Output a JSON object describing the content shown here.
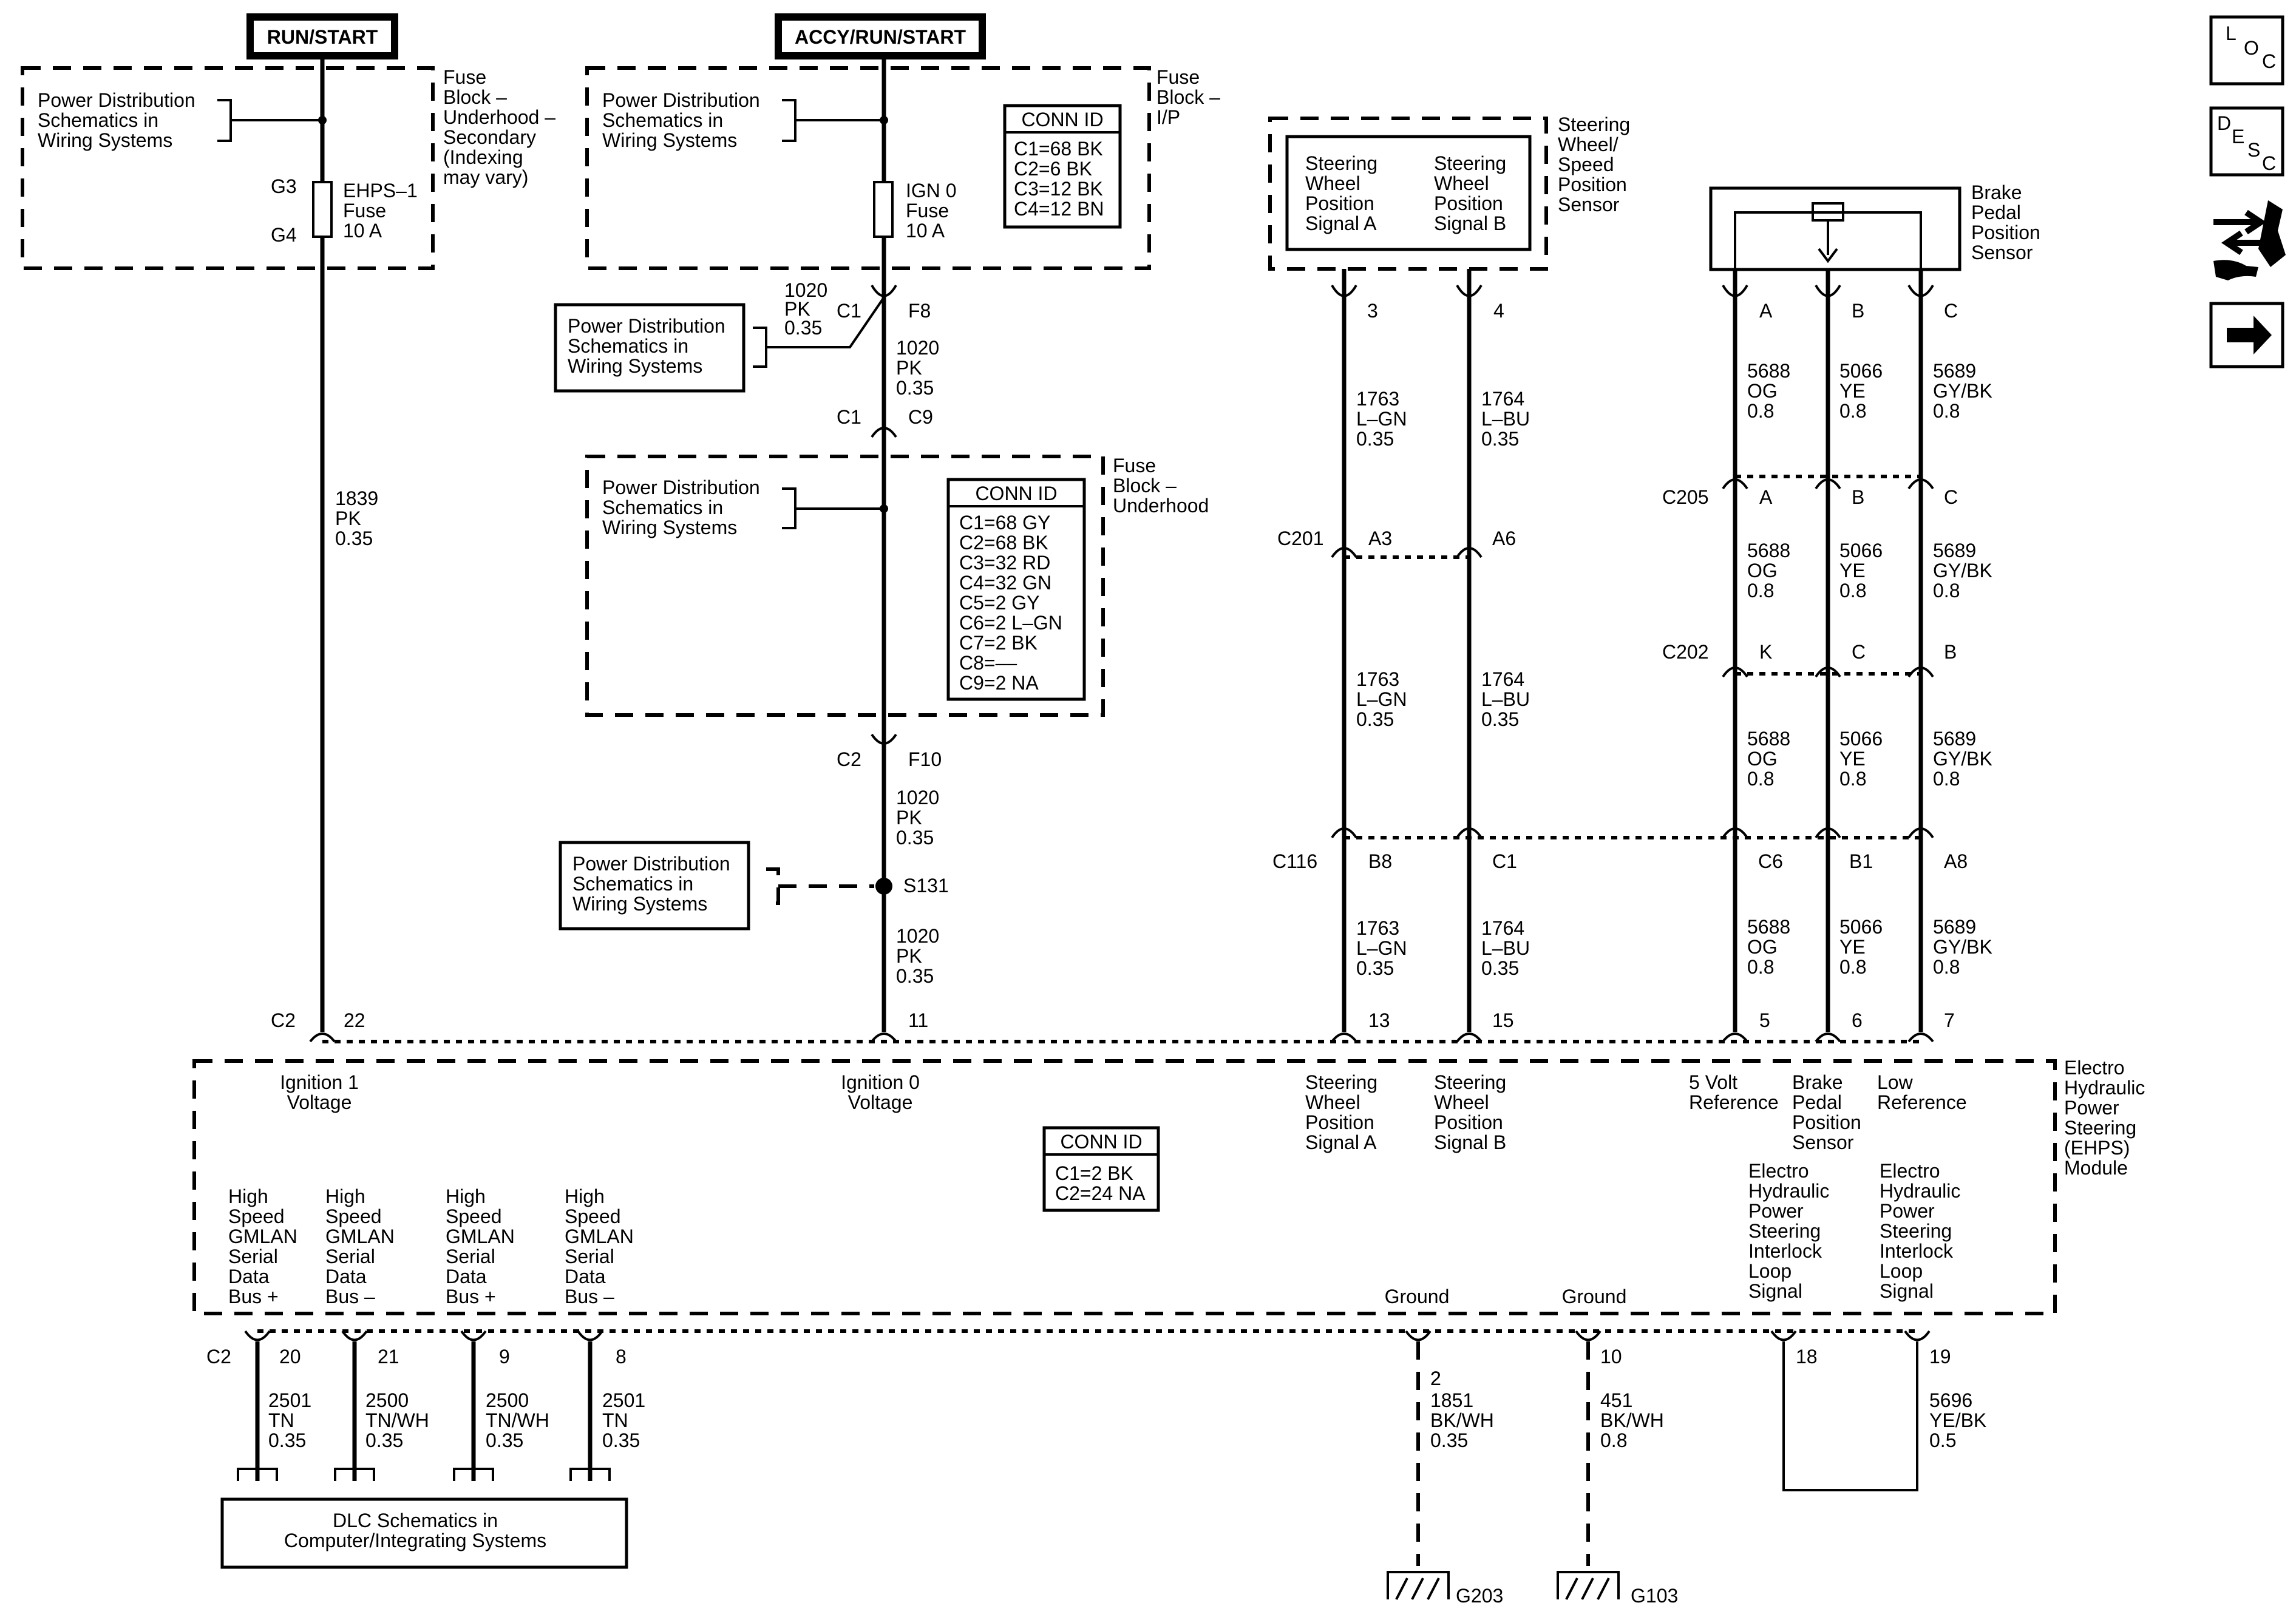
{
  "headers": {
    "run_start": "RUN/START",
    "accy_run_start": "ACCY/RUN/START"
  },
  "fuse_block_underhood_secondary": {
    "title": [
      "Fuse",
      "Block –",
      "Underhood –",
      "Secondary",
      "(Indexing",
      "may vary)"
    ],
    "pd_link": [
      "Power Distribution",
      "Schematics in",
      "Wiring Systems"
    ],
    "pin_in": "G3",
    "pin_out": "G4",
    "fuse": [
      "EHPS–1",
      "Fuse",
      "10 A"
    ]
  },
  "fuse_block_ip": {
    "title": [
      "Fuse",
      "Block –",
      "I/P"
    ],
    "pd_link": [
      "Power Distribution",
      "Schematics in",
      "Wiring Systems"
    ],
    "fuse": [
      "IGN 0",
      "Fuse",
      "10 A"
    ],
    "conn_id_title": "CONN ID",
    "conn_id": [
      "C1=68 BK",
      "C2=6 BK",
      "C3=12 BK",
      "C4=12 BN"
    ]
  },
  "fuse_block_underhood": {
    "title": [
      "Fuse",
      "Block –",
      "Underhood"
    ],
    "pd_link": [
      "Power Distribution",
      "Schematics in",
      "Wiring Systems"
    ],
    "conn_id_title": "CONN ID",
    "conn_id": [
      "C1=68 GY",
      "C2=68 BK",
      "C3=32 RD",
      "C4=32 GN",
      "C5=2 GY",
      "C6=2 L–GN",
      "C7=2 BK",
      "C8=––",
      "C9=2 NA"
    ]
  },
  "left_circuit": {
    "circuit": [
      "1839",
      "PK",
      "0.35"
    ],
    "conn": "C2",
    "pin": "22"
  },
  "ign_circuit": {
    "pd_link_c1": [
      "Power Distribution",
      "Schematics in",
      "Wiring Systems"
    ],
    "wire_c1": [
      "1020",
      "PK",
      "0.35"
    ],
    "c1_left": "C1",
    "f8": "F8",
    "seg1": [
      "1020",
      "PK",
      "0.35"
    ],
    "c1_lower": "C1",
    "c9": "C9",
    "c2": "C2",
    "f10": "F10",
    "seg2": [
      "1020",
      "PK",
      "0.35"
    ],
    "pd_link_s131": [
      "Power Distribution",
      "Schematics in",
      "Wiring Systems"
    ],
    "splice": "S131",
    "seg3": [
      "1020",
      "PK",
      "0.35"
    ],
    "pin": "11"
  },
  "steering_sensor": {
    "title": [
      "Steering",
      "Wheel/",
      "Speed",
      "Position",
      "Sensor"
    ],
    "signal_a": [
      "Steering",
      "Wheel",
      "Position",
      "Signal A"
    ],
    "signal_b": [
      "Steering",
      "Wheel",
      "Position",
      "Signal B"
    ],
    "pin_a": "3",
    "pin_b": "4",
    "wire_a": [
      "1763",
      "L–GN",
      "0.35"
    ],
    "wire_b": [
      "1764",
      "L–BU",
      "0.35"
    ],
    "c201": "C201",
    "c201_a": "A3",
    "c201_b": "A6",
    "c116": "C116",
    "c116_a": "B8",
    "c116_b": "C1",
    "module_pin_a": "13",
    "module_pin_b": "15"
  },
  "brake_sensor": {
    "title": [
      "Brake",
      "Pedal",
      "Position",
      "Sensor"
    ],
    "pins": [
      "A",
      "B",
      "C"
    ],
    "wires": [
      [
        "5688",
        "OG",
        "0.8"
      ],
      [
        "5066",
        "YE",
        "0.8"
      ],
      [
        "5689",
        "GY/BK",
        "0.8"
      ]
    ],
    "c205": "C205",
    "c205_pins": [
      "A",
      "B",
      "C"
    ],
    "c202": "C202",
    "c202_pins": [
      "K",
      "C",
      "B"
    ],
    "c116_pins": [
      "C6",
      "B1",
      "A8"
    ],
    "module_pins": [
      "5",
      "6",
      "7"
    ]
  },
  "module": {
    "title": [
      "Electro",
      "Hydraulic",
      "Power",
      "Steering",
      "(EHPS)",
      "Module"
    ],
    "ign1": [
      "Ignition 1",
      "Voltage"
    ],
    "ign0": [
      "Ignition 0",
      "Voltage"
    ],
    "swp_a": [
      "Steering",
      "Wheel",
      "Position",
      "Signal A"
    ],
    "swp_b": [
      "Steering",
      "Wheel",
      "Position",
      "Signal B"
    ],
    "ref5v": [
      "5 Volt",
      "Reference"
    ],
    "bpp": [
      "Brake",
      "Pedal",
      "Position",
      "Sensor"
    ],
    "lowref": [
      "Low",
      "Reference"
    ],
    "conn_id_title": "CONN ID",
    "conn_id": [
      "C1=2 BK",
      "C2=24 NA"
    ],
    "gmlan": [
      [
        "High",
        "Speed",
        "GMLAN",
        "Serial",
        "Data",
        "Bus +"
      ],
      [
        "High",
        "Speed",
        "GMLAN",
        "Serial",
        "Data",
        "Bus –"
      ],
      [
        "High",
        "Speed",
        "GMLAN",
        "Serial",
        "Data",
        "Bus +"
      ],
      [
        "High",
        "Speed",
        "GMLAN",
        "Serial",
        "Data",
        "Bus –"
      ]
    ],
    "ground1": "Ground",
    "ground2": "Ground",
    "interlock1": [
      "Electro",
      "Hydraulic",
      "Power",
      "Steering",
      "Interlock",
      "Loop",
      "Signal"
    ],
    "interlock2": [
      "Electro",
      "Hydraulic",
      "Power",
      "Steering",
      "Interlock",
      "Loop",
      "Signal"
    ]
  },
  "bottom": {
    "c2": "C2",
    "pins": [
      "20",
      "21",
      "9",
      "8"
    ],
    "wires": [
      [
        "2501",
        "TN",
        "0.35"
      ],
      [
        "2500",
        "TN/WH",
        "0.35"
      ],
      [
        "2500",
        "TN/WH",
        "0.35"
      ],
      [
        "2501",
        "TN",
        "0.35"
      ]
    ],
    "dlc": [
      "DLC Schematics in",
      "Computer/Integrating Systems"
    ],
    "ground_pins": [
      "2",
      "10"
    ],
    "ground_wires": [
      [
        "1851",
        "BK/WH",
        "0.35"
      ],
      [
        "451",
        "BK/WH",
        "0.8"
      ]
    ],
    "grounds": [
      "G203",
      "G103"
    ],
    "loop_pins": [
      "18",
      "19"
    ],
    "loop_wire": [
      "5696",
      "YE/BK",
      "0.5"
    ]
  },
  "nav_icons": {
    "loc": [
      "L",
      "O",
      "C"
    ],
    "desc": [
      "D",
      "E",
      "S",
      "C"
    ]
  }
}
